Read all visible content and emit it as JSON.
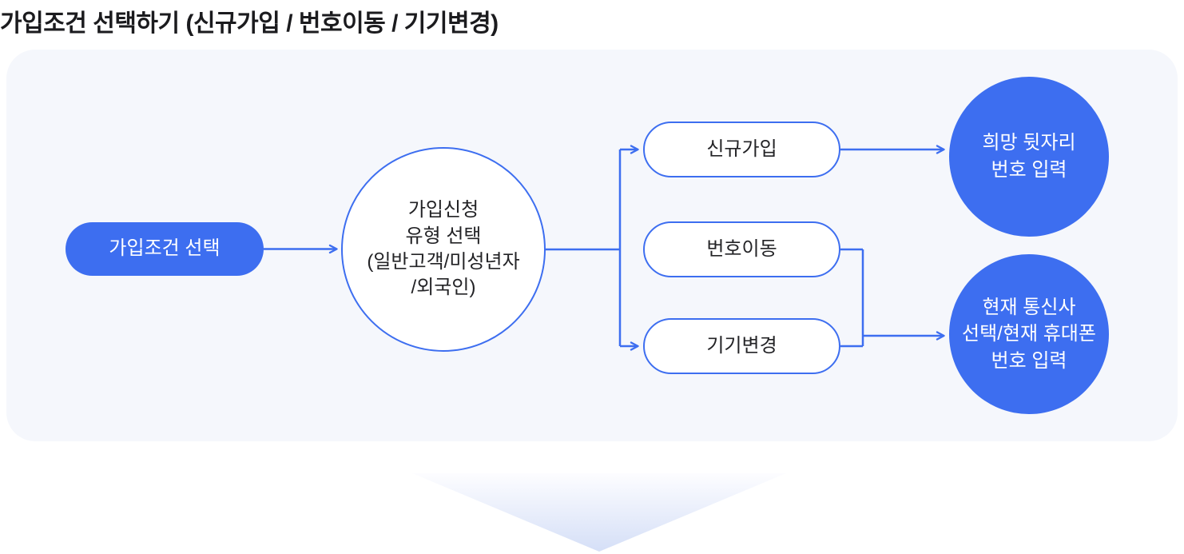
{
  "title": "가입조건 선택하기 (신규가입 / 번호이동 / 기기변경)",
  "colors": {
    "accent": "#3D6EF0",
    "card_bg": "#F5F7FC",
    "node_text": "#232326",
    "title_color": "#1B1B1E",
    "white": "#FFFFFF",
    "tri_top": "#FDFDFF",
    "tri_bottom": "#D5DFF7"
  },
  "flow": {
    "start": {
      "label": "가입조건 선택"
    },
    "type_select": {
      "lines": [
        "가입신청",
        "유형 선택",
        "(일반고객/미성년자",
        "/외국인)"
      ]
    },
    "options": [
      {
        "label": "신규가입"
      },
      {
        "label": "번호이동"
      },
      {
        "label": "기기변경"
      }
    ],
    "results": [
      {
        "lines": [
          "희망 뒷자리",
          "번호 입력"
        ]
      },
      {
        "lines": [
          "현재 통신사",
          "선택/현재 휴대폰",
          "번호 입력"
        ]
      }
    ]
  }
}
